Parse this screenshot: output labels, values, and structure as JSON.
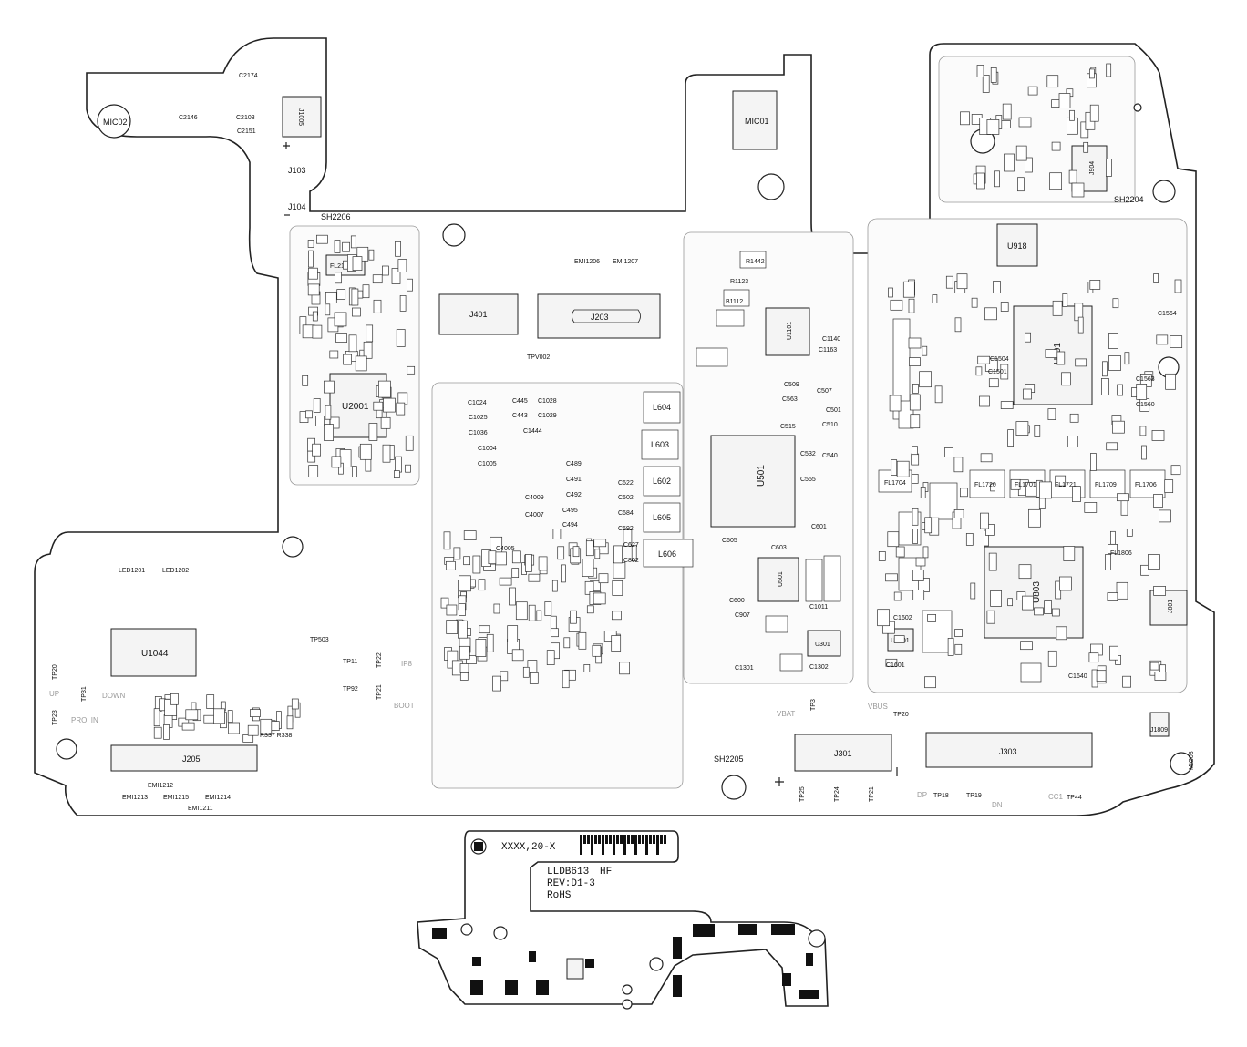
{
  "board": {
    "headers": [
      "XXXX,20-X"
    ],
    "model": "LLDB613",
    "variant": "HF",
    "revision": "REV:D1-3",
    "compliance": "RoHS"
  },
  "chips": [
    {
      "id": "u2001",
      "label": "U2001"
    },
    {
      "id": "u501a",
      "label": "U501"
    },
    {
      "id": "u501b",
      "label": "U501"
    },
    {
      "id": "u803",
      "label": "U803"
    },
    {
      "id": "u1044",
      "label": "U1044"
    },
    {
      "id": "u918",
      "label": "U918"
    },
    {
      "id": "u1601",
      "label": "U1601"
    },
    {
      "id": "u301",
      "label": "U301"
    },
    {
      "id": "u1101",
      "label": "U1101"
    },
    {
      "id": "u501c",
      "label": "U501"
    },
    {
      "id": "j401",
      "label": "J401"
    },
    {
      "id": "j203",
      "label": "J203"
    },
    {
      "id": "j205",
      "label": "J205"
    },
    {
      "id": "j301",
      "label": "J301"
    },
    {
      "id": "j303",
      "label": "J303"
    },
    {
      "id": "j904",
      "label": "J904"
    },
    {
      "id": "j801",
      "label": "J801"
    },
    {
      "id": "j1809",
      "label": "J1809"
    },
    {
      "id": "fl2106",
      "label": "FL2106"
    },
    {
      "id": "j1005",
      "label": "J1005"
    }
  ],
  "inductors": [
    "L604",
    "L603",
    "L602",
    "L605",
    "L606"
  ],
  "holes": [
    {
      "id": "mic02",
      "label": "MIC02"
    },
    {
      "id": "mic01",
      "label": "MIC01"
    },
    {
      "id": "mic03",
      "label": "MIC03"
    }
  ],
  "labels": [
    {
      "id": "j103",
      "text": "J103"
    },
    {
      "id": "j104",
      "text": "J104"
    },
    {
      "id": "sh2206",
      "text": "SH2206"
    },
    {
      "id": "sh2204",
      "text": "SH2204"
    },
    {
      "id": "sh2205",
      "text": "SH2205"
    },
    {
      "id": "emi1206",
      "text": "EMI1206"
    },
    {
      "id": "emi1207",
      "text": "EMI1207"
    },
    {
      "id": "tpv002",
      "text": "TPV002"
    },
    {
      "id": "led1201",
      "text": "LED1201"
    },
    {
      "id": "led1202",
      "text": "LED1202"
    },
    {
      "id": "tp503",
      "text": "TP503"
    },
    {
      "id": "tp11",
      "text": "TP11"
    },
    {
      "id": "tp22",
      "text": "TP22"
    },
    {
      "id": "tp92",
      "text": "TP92"
    },
    {
      "id": "tp21a",
      "text": "TP21"
    },
    {
      "id": "tp20a",
      "text": "TP20"
    },
    {
      "id": "tp31",
      "text": "TP31"
    },
    {
      "id": "tp23",
      "text": "TP23"
    },
    {
      "id": "tp3",
      "text": "TP3"
    },
    {
      "id": "tp20b",
      "text": "TP20"
    },
    {
      "id": "tp25",
      "text": "TP25"
    },
    {
      "id": "tp24",
      "text": "TP24"
    },
    {
      "id": "tp21b",
      "text": "TP21"
    },
    {
      "id": "tp18",
      "text": "TP18"
    },
    {
      "id": "tp19",
      "text": "TP19"
    },
    {
      "id": "tp44",
      "text": "TP44"
    },
    {
      "id": "emi1212",
      "text": "EMI1212"
    },
    {
      "id": "emi1213",
      "text": "EMI1213"
    },
    {
      "id": "emi1215",
      "text": "EMI1215"
    },
    {
      "id": "emi1214",
      "text": "EMI1214"
    },
    {
      "id": "emi1211",
      "text": "EMI1211"
    },
    {
      "id": "r337",
      "text": "R337 R338"
    },
    {
      "id": "fl1704",
      "text": "FL1704"
    },
    {
      "id": "fl1720",
      "text": "FL1720"
    },
    {
      "id": "fl1701",
      "text": "FL1701"
    },
    {
      "id": "fl1721",
      "text": "FL1721"
    },
    {
      "id": "fl1709",
      "text": "FL1709"
    },
    {
      "id": "fl1706",
      "text": "FL1706"
    },
    {
      "id": "fl1806",
      "text": "FL1806"
    },
    {
      "id": "b1112",
      "text": "B1112"
    },
    {
      "id": "r1123",
      "text": "R1123"
    },
    {
      "id": "r1442",
      "text": "R1442"
    }
  ],
  "grey_labels": [
    {
      "id": "up",
      "text": "UP"
    },
    {
      "id": "down",
      "text": "DOWN"
    },
    {
      "id": "pro_in",
      "text": "PRO_IN"
    },
    {
      "id": "ip8",
      "text": "IP8"
    },
    {
      "id": "boot",
      "text": "BOOT"
    },
    {
      "id": "vbat",
      "text": "VBAT"
    },
    {
      "id": "vbus",
      "text": "VBUS"
    },
    {
      "id": "dp",
      "text": "DP"
    },
    {
      "id": "dn",
      "text": "DN"
    },
    {
      "id": "cc1",
      "text": "CC1"
    }
  ],
  "caps": [
    "C2146",
    "C2103",
    "C2151",
    "C2174",
    "C1024",
    "C445",
    "C1028",
    "C1025",
    "C443",
    "C1029",
    "C1036",
    "C1444",
    "C1004",
    "C1005",
    "C489",
    "C491",
    "C492",
    "C4009",
    "C4007",
    "C495",
    "C494",
    "C4005",
    "C622",
    "C684",
    "C602",
    "C692",
    "C627",
    "C802",
    "C605",
    "C603",
    "C601",
    "C600",
    "C907",
    "C1011",
    "C1301",
    "C1302",
    "C509",
    "C563",
    "C515",
    "C510",
    "C540",
    "C532",
    "C555",
    "C501",
    "C507",
    "C1140",
    "C1163",
    "C1601",
    "C1602",
    "C1564",
    "C1563",
    "C1560",
    "C1501",
    "C1504",
    "C1640"
  ]
}
